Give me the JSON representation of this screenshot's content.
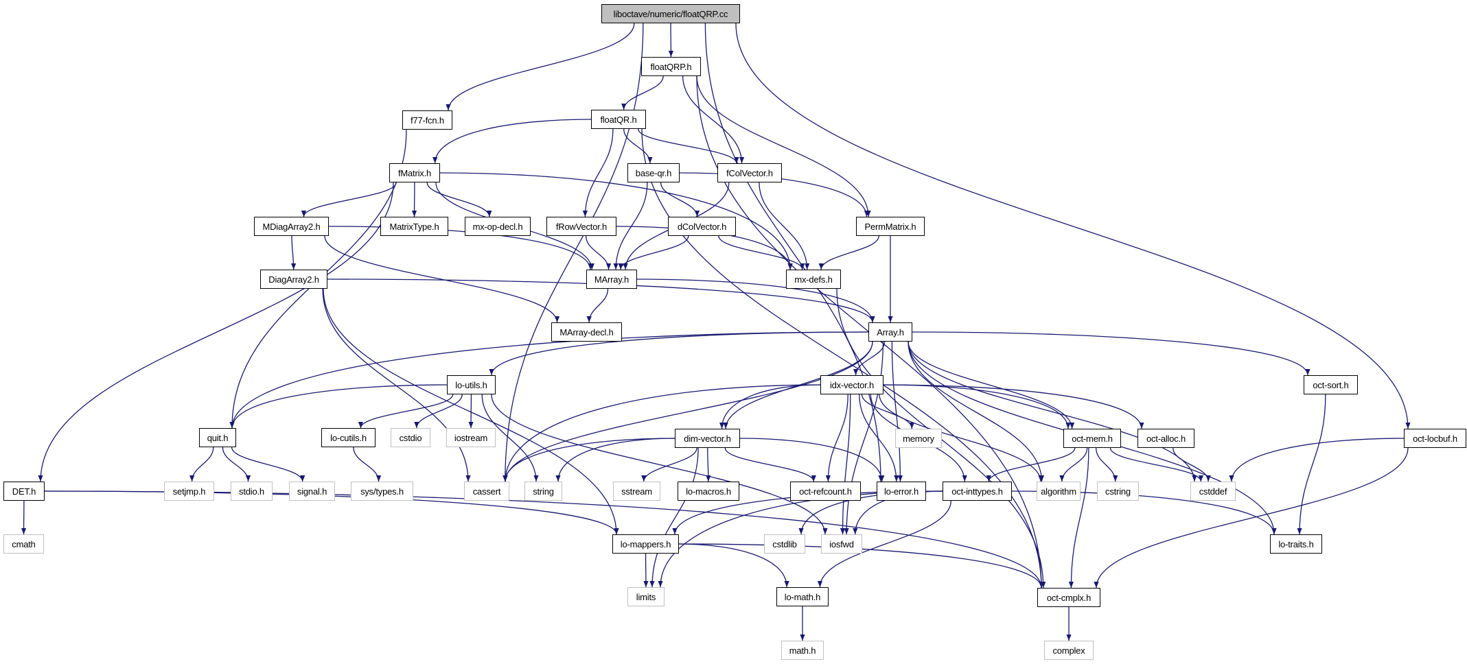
{
  "graph": {
    "title": "liboctave/numeric/floatQRP.cc",
    "edge_color": "#191970",
    "root_fill": "#bfbfbf",
    "external_border": "#bfbfbf",
    "nodes": [
      {
        "id": "root",
        "label": "liboctave/numeric/floatQRP.cc",
        "kind": "root"
      },
      {
        "id": "floatQRP",
        "label": "floatQRP.h",
        "kind": "local"
      },
      {
        "id": "f77fcn",
        "label": "f77-fcn.h",
        "kind": "local"
      },
      {
        "id": "floatQR",
        "label": "floatQR.h",
        "kind": "local"
      },
      {
        "id": "fMatrix",
        "label": "fMatrix.h",
        "kind": "local"
      },
      {
        "id": "baseqr",
        "label": "base-qr.h",
        "kind": "local"
      },
      {
        "id": "fColVector",
        "label": "fColVector.h",
        "kind": "local"
      },
      {
        "id": "MDiagArray2",
        "label": "MDiagArray2.h",
        "kind": "local"
      },
      {
        "id": "MatrixType",
        "label": "MatrixType.h",
        "kind": "local"
      },
      {
        "id": "mxopdecl",
        "label": "mx-op-decl.h",
        "kind": "local"
      },
      {
        "id": "fRowVector",
        "label": "fRowVector.h",
        "kind": "local"
      },
      {
        "id": "dColVector",
        "label": "dColVector.h",
        "kind": "local"
      },
      {
        "id": "PermMatrix",
        "label": "PermMatrix.h",
        "kind": "local"
      },
      {
        "id": "DiagArray2",
        "label": "DiagArray2.h",
        "kind": "local"
      },
      {
        "id": "MArray",
        "label": "MArray.h",
        "kind": "local"
      },
      {
        "id": "mxdefs",
        "label": "mx-defs.h",
        "kind": "local"
      },
      {
        "id": "MArraydecl",
        "label": "MArray-decl.h",
        "kind": "local"
      },
      {
        "id": "Array",
        "label": "Array.h",
        "kind": "local"
      },
      {
        "id": "loutils",
        "label": "lo-utils.h",
        "kind": "local"
      },
      {
        "id": "idxvector",
        "label": "idx-vector.h",
        "kind": "local"
      },
      {
        "id": "octsort",
        "label": "oct-sort.h",
        "kind": "local"
      },
      {
        "id": "quit",
        "label": "quit.h",
        "kind": "local"
      },
      {
        "id": "locutils",
        "label": "lo-cutils.h",
        "kind": "local"
      },
      {
        "id": "cstdio",
        "label": "cstdio",
        "kind": "external"
      },
      {
        "id": "iostream",
        "label": "iostream",
        "kind": "external"
      },
      {
        "id": "dimvector",
        "label": "dim-vector.h",
        "kind": "local"
      },
      {
        "id": "memory",
        "label": "memory",
        "kind": "external"
      },
      {
        "id": "octmem",
        "label": "oct-mem.h",
        "kind": "local"
      },
      {
        "id": "octalloc",
        "label": "oct-alloc.h",
        "kind": "local"
      },
      {
        "id": "octlocbuf",
        "label": "oct-locbuf.h",
        "kind": "local"
      },
      {
        "id": "DET",
        "label": "DET.h",
        "kind": "local"
      },
      {
        "id": "setjmp",
        "label": "setjmp.h",
        "kind": "external"
      },
      {
        "id": "stdio",
        "label": "stdio.h",
        "kind": "external"
      },
      {
        "id": "signal",
        "label": "signal.h",
        "kind": "external"
      },
      {
        "id": "systypes",
        "label": "sys/types.h",
        "kind": "external"
      },
      {
        "id": "cassert",
        "label": "cassert",
        "kind": "external"
      },
      {
        "id": "string",
        "label": "string",
        "kind": "external"
      },
      {
        "id": "sstream",
        "label": "sstream",
        "kind": "external"
      },
      {
        "id": "lomacros",
        "label": "lo-macros.h",
        "kind": "local"
      },
      {
        "id": "octrefcount",
        "label": "oct-refcount.h",
        "kind": "local"
      },
      {
        "id": "loerror",
        "label": "lo-error.h",
        "kind": "local"
      },
      {
        "id": "octinttypes",
        "label": "oct-inttypes.h",
        "kind": "local"
      },
      {
        "id": "algorithm",
        "label": "algorithm",
        "kind": "external"
      },
      {
        "id": "cstring",
        "label": "cstring",
        "kind": "external"
      },
      {
        "id": "cstddef",
        "label": "cstddef",
        "kind": "external"
      },
      {
        "id": "cmath",
        "label": "cmath",
        "kind": "external"
      },
      {
        "id": "lomappers",
        "label": "lo-mappers.h",
        "kind": "local"
      },
      {
        "id": "cstdlib",
        "label": "cstdlib",
        "kind": "external"
      },
      {
        "id": "iosfwd",
        "label": "iosfwd",
        "kind": "external"
      },
      {
        "id": "lotraits",
        "label": "lo-traits.h",
        "kind": "local"
      },
      {
        "id": "limits",
        "label": "limits",
        "kind": "external"
      },
      {
        "id": "lomath",
        "label": "lo-math.h",
        "kind": "local"
      },
      {
        "id": "octcmplx",
        "label": "oct-cmplx.h",
        "kind": "local"
      },
      {
        "id": "mathh",
        "label": "math.h",
        "kind": "external"
      },
      {
        "id": "complex",
        "label": "complex",
        "kind": "external"
      }
    ],
    "edges": [
      [
        "root",
        "floatQRP"
      ],
      [
        "root",
        "f77fcn"
      ],
      [
        "root",
        "cassert"
      ],
      [
        "root",
        "loerror"
      ],
      [
        "root",
        "octlocbuf"
      ],
      [
        "floatQRP",
        "floatQR"
      ],
      [
        "floatQRP",
        "fColVector"
      ],
      [
        "floatQRP",
        "PermMatrix"
      ],
      [
        "floatQRP",
        "octcmplx"
      ],
      [
        "f77fcn",
        "quit"
      ],
      [
        "floatQR",
        "fMatrix"
      ],
      [
        "floatQR",
        "baseqr"
      ],
      [
        "floatQR",
        "fColVector"
      ],
      [
        "floatQR",
        "fRowVector"
      ],
      [
        "floatQR",
        "octcmplx"
      ],
      [
        "fMatrix",
        "MDiagArray2"
      ],
      [
        "fMatrix",
        "MatrixType"
      ],
      [
        "fMatrix",
        "mxopdecl"
      ],
      [
        "fMatrix",
        "MArray"
      ],
      [
        "fMatrix",
        "mxdefs"
      ],
      [
        "fMatrix",
        "DET"
      ],
      [
        "baseqr",
        "MArray"
      ],
      [
        "baseqr",
        "dColVector"
      ],
      [
        "baseqr",
        "PermMatrix"
      ],
      [
        "fColVector",
        "MArray"
      ],
      [
        "fColVector",
        "mxdefs"
      ],
      [
        "MDiagArray2",
        "DiagArray2"
      ],
      [
        "MDiagArray2",
        "MArray"
      ],
      [
        "MDiagArray2",
        "MArraydecl"
      ],
      [
        "fRowVector",
        "MArray"
      ],
      [
        "fRowVector",
        "mxdefs"
      ],
      [
        "dColVector",
        "MArray"
      ],
      [
        "dColVector",
        "mxdefs"
      ],
      [
        "PermMatrix",
        "mxdefs"
      ],
      [
        "PermMatrix",
        "Array"
      ],
      [
        "DiagArray2",
        "Array"
      ],
      [
        "DiagArray2",
        "cassert"
      ],
      [
        "DiagArray2",
        "lomappers"
      ],
      [
        "MArray",
        "MArraydecl"
      ],
      [
        "MArray",
        "Array"
      ],
      [
        "mxdefs",
        "octcmplx"
      ],
      [
        "Array",
        "loutils"
      ],
      [
        "Array",
        "quit"
      ],
      [
        "Array",
        "cassert"
      ],
      [
        "Array",
        "idxvector"
      ],
      [
        "Array",
        "dimvector"
      ],
      [
        "Array",
        "loerror"
      ],
      [
        "Array",
        "algorithm"
      ],
      [
        "Array",
        "octmem"
      ],
      [
        "Array",
        "cstddef"
      ],
      [
        "Array",
        "iosfwd"
      ],
      [
        "Array",
        "lotraits"
      ],
      [
        "Array",
        "octsort"
      ],
      [
        "loutils",
        "quit"
      ],
      [
        "loutils",
        "locutils"
      ],
      [
        "loutils",
        "cstdio"
      ],
      [
        "loutils",
        "iostream"
      ],
      [
        "loutils",
        "string"
      ],
      [
        "loutils",
        "iosfwd"
      ],
      [
        "idxvector",
        "cassert"
      ],
      [
        "idxvector",
        "dimvector"
      ],
      [
        "idxvector",
        "memory"
      ],
      [
        "idxvector",
        "octmem"
      ],
      [
        "idxvector",
        "octalloc"
      ],
      [
        "idxvector",
        "octrefcount"
      ],
      [
        "idxvector",
        "loerror"
      ],
      [
        "idxvector",
        "octinttypes"
      ],
      [
        "idxvector",
        "iosfwd"
      ],
      [
        "idxvector",
        "algorithm"
      ],
      [
        "octsort",
        "lotraits"
      ],
      [
        "quit",
        "setjmp"
      ],
      [
        "quit",
        "stdio"
      ],
      [
        "quit",
        "signal"
      ],
      [
        "locutils",
        "systypes"
      ],
      [
        "dimvector",
        "cassert"
      ],
      [
        "dimvector",
        "string"
      ],
      [
        "dimvector",
        "sstream"
      ],
      [
        "dimvector",
        "lomacros"
      ],
      [
        "dimvector",
        "octrefcount"
      ],
      [
        "dimvector",
        "loerror"
      ],
      [
        "dimvector",
        "limits"
      ],
      [
        "octmem",
        "octinttypes"
      ],
      [
        "octmem",
        "algorithm"
      ],
      [
        "octmem",
        "cstring"
      ],
      [
        "octmem",
        "cstddef"
      ],
      [
        "octmem",
        "octcmplx"
      ],
      [
        "octalloc",
        "cstddef"
      ],
      [
        "octlocbuf",
        "cstddef"
      ],
      [
        "octlocbuf",
        "octcmplx"
      ],
      [
        "DET",
        "cmath"
      ],
      [
        "DET",
        "lomappers"
      ],
      [
        "DET",
        "octcmplx"
      ],
      [
        "octinttypes",
        "lomappers"
      ],
      [
        "octinttypes",
        "iosfwd"
      ],
      [
        "octinttypes",
        "limits"
      ],
      [
        "octinttypes",
        "lomath"
      ],
      [
        "octinttypes",
        "lotraits"
      ],
      [
        "octinttypes",
        "cstdlib"
      ],
      [
        "lomappers",
        "limits"
      ],
      [
        "lomappers",
        "lomath"
      ],
      [
        "lomappers",
        "octcmplx"
      ],
      [
        "lomath",
        "mathh"
      ],
      [
        "octcmplx",
        "complex"
      ]
    ]
  }
}
